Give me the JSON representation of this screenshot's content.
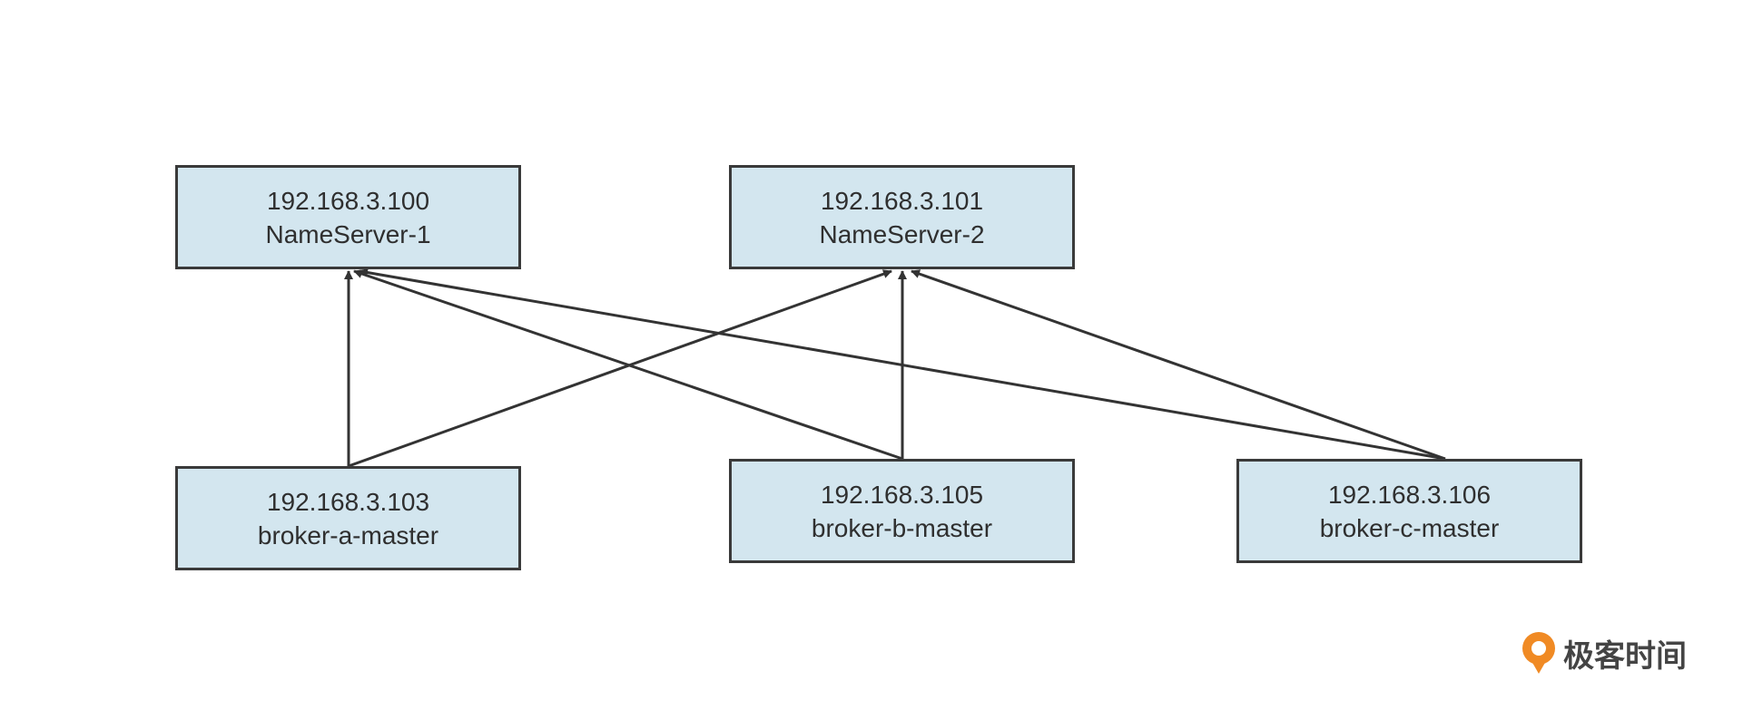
{
  "colors": {
    "node_fill": "#d3e6ef",
    "node_border": "#3a3a3a",
    "edge": "#333333",
    "logo_orange": "#f08a24"
  },
  "nodes": {
    "ns1": {
      "ip": "192.168.3.100",
      "name": "NameServer-1"
    },
    "ns2": {
      "ip": "192.168.3.101",
      "name": "NameServer-2"
    },
    "broker_a": {
      "ip": "192.168.3.103",
      "name": "broker-a-master"
    },
    "broker_b": {
      "ip": "192.168.3.105",
      "name": "broker-b-master"
    },
    "broker_c": {
      "ip": "192.168.3.106",
      "name": "broker-c-master"
    }
  },
  "edges": [
    {
      "from": "broker_a",
      "to": "ns1"
    },
    {
      "from": "broker_a",
      "to": "ns2"
    },
    {
      "from": "broker_b",
      "to": "ns1"
    },
    {
      "from": "broker_b",
      "to": "ns2"
    },
    {
      "from": "broker_c",
      "to": "ns1"
    },
    {
      "from": "broker_c",
      "to": "ns2"
    }
  ],
  "watermark": {
    "text": "极客时间",
    "icon": "geektime-logo-icon"
  }
}
